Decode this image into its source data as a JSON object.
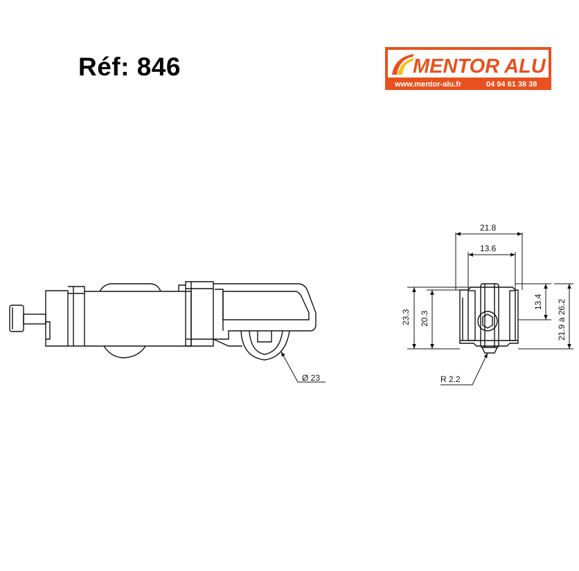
{
  "reference": "Réf: 846",
  "logo": {
    "brand": "MENTOR ALU",
    "website": "www.mentor-alu.fr",
    "phone": "04 94 61 38 38",
    "brand_color": "#e8511e",
    "accent_color": "#f6c21a"
  },
  "side_view": {
    "wheel_diameter": "Ø 23"
  },
  "end_view": {
    "overall_width": "21.8",
    "inner_width": "13.6",
    "overall_height": "23.3",
    "body_height": "20.3",
    "wheel_height": "13.4",
    "adjust_range": "21.9 à 26.2",
    "groove_radius": "R 2.2"
  }
}
